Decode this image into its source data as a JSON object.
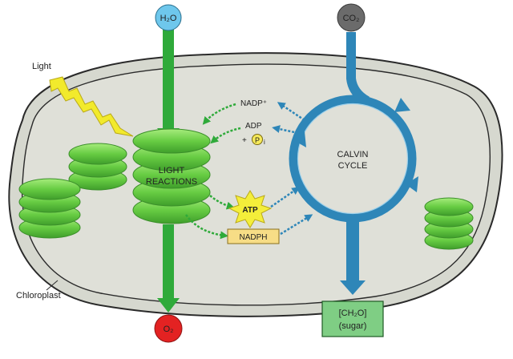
{
  "labels": {
    "h2o": "H₂O",
    "co2": "CO₂",
    "o2": "O₂",
    "light": "Light",
    "chloroplast": "Chloroplast",
    "light_reactions_line1": "LIGHT",
    "light_reactions_line2": "REACTIONS",
    "calvin_line1": "CALVIN",
    "calvin_line2": "CYCLE",
    "nadp_plus": "NADP⁺",
    "adp": "ADP",
    "plus_p": "+ ",
    "p_symbol": "P",
    "p_suffix": "i",
    "atp": "ATP",
    "nadph": "NADPH",
    "sugar_line1": "[CH₂O]",
    "sugar_line2": "(sugar)"
  },
  "colors": {
    "h2o_fill": "#6ec7ec",
    "co2_fill": "#6b6b6b",
    "o2_fill": "#e32222",
    "green_arrow": "#2faa3a",
    "blue_arrow": "#2e86b8",
    "stroma_fill": "#dcded4",
    "grana_green": "#6fd04a",
    "atp_star": "#f4ee3a",
    "nadph_fill": "#f7dd86",
    "sugar_fill": "#7fce84",
    "lightning": "#f2ea2c"
  }
}
